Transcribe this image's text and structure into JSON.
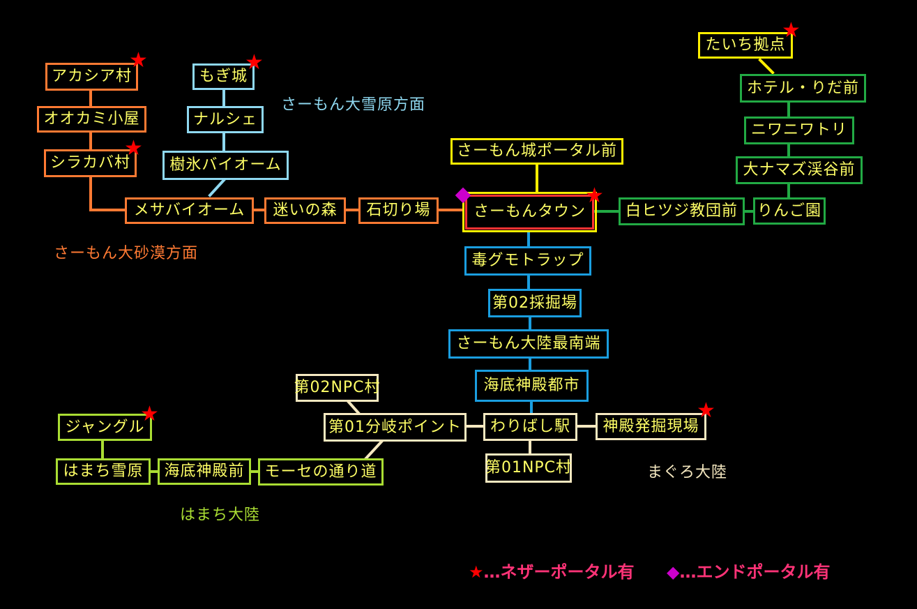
{
  "colors": {
    "orange": "#ff7a33",
    "light_blue": "#8fd8f0",
    "green": "#22aa44",
    "yellow": "#ffee00",
    "blue": "#1a9ee0",
    "cream": "#f5e8c0",
    "lime": "#aadd33",
    "red": "#ff0000",
    "node_text": "#ffff66"
  },
  "nodes": {
    "akashia": "アカシア村",
    "ookami": "オオカミ小屋",
    "shirakaba": "シラカバ村",
    "mesa": "メサバイオーム",
    "mayoi": "迷いの森",
    "ishikiri": "石切り場",
    "mogi": "もぎ城",
    "narushe": "ナルシェ",
    "juhyo": "樹氷バイオーム",
    "castle_portal": "さーもん城ポータル前",
    "town": "さーもんタウン",
    "taichi": "たいち拠点",
    "hotel": "ホテル・りだ前",
    "niwatori": "ニワニワトリ",
    "namazu": "大ナマズ渓谷前",
    "ringo": "りんご園",
    "hitsuji": "白ヒツジ教団前",
    "doku": "毒グモトラップ",
    "saikutsu2": "第02採掘場",
    "nantan": "さーもん大陸最南端",
    "kaitei_city": "海底神殿都市",
    "waribashi": "わりばし駅",
    "shinden_hakkutsu": "神殿発掘現場",
    "npc1": "第01NPC村",
    "npc2": "第02NPC村",
    "bunki1": "第01分岐ポイント",
    "mose": "モーセの通り道",
    "kaitei_mae": "海底神殿前",
    "hamachi_yukihara": "はまち雪原",
    "jungle": "ジャングル"
  },
  "regions": {
    "sabaku": "さーもん大砂漠方面",
    "setsugen": "さーもん大雪原方面",
    "maguro": "まぐろ大陸",
    "hamachi": "はまち大陸"
  },
  "legend": {
    "star_icon": "★",
    "star_text": "…ネザーポータル有",
    "diamond_icon": "◆",
    "diamond_text": "…エンドポータル有"
  },
  "icons": {
    "nether_portal": "star-icon",
    "end_portal": "diamond-icon"
  }
}
